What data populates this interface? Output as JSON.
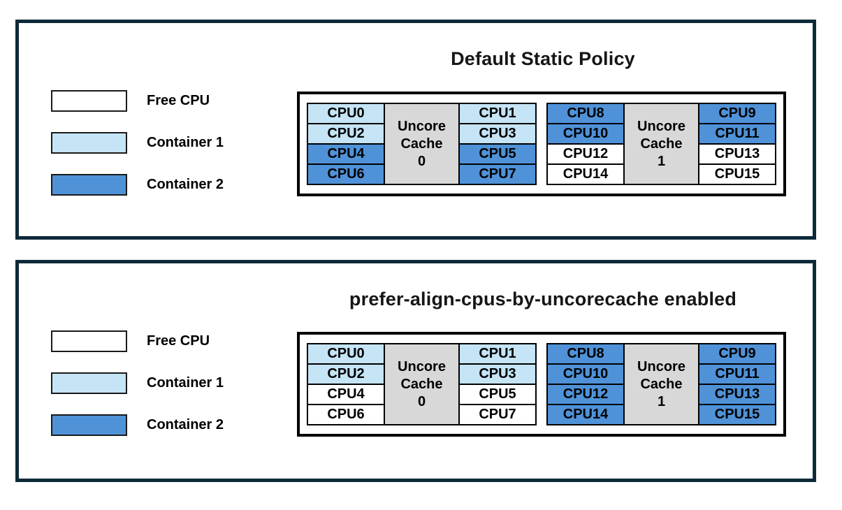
{
  "colors": {
    "free_cpu": "#FFFFFF",
    "container1": "#C5E4F5",
    "container2": "#4F92D8",
    "cache_fill": "#D8D8D8",
    "panel_border": "#0D2A38",
    "cell_border": "#000000"
  },
  "legend": {
    "items": [
      {
        "key": "free_cpu",
        "label": "Free CPU"
      },
      {
        "key": "container1",
        "label": "Container 1"
      },
      {
        "key": "container2",
        "label": "Container 2"
      }
    ]
  },
  "panels": [
    {
      "id": "default-static-policy",
      "title": "Default Static Policy",
      "groups": [
        {
          "cache_lines": [
            "Uncore",
            "Cache",
            "0"
          ],
          "left_cpus": [
            {
              "label": "CPU0",
              "state": "container1"
            },
            {
              "label": "CPU2",
              "state": "container1"
            },
            {
              "label": "CPU4",
              "state": "container2"
            },
            {
              "label": "CPU6",
              "state": "container2"
            }
          ],
          "right_cpus": [
            {
              "label": "CPU1",
              "state": "container1"
            },
            {
              "label": "CPU3",
              "state": "container1"
            },
            {
              "label": "CPU5",
              "state": "container2"
            },
            {
              "label": "CPU7",
              "state": "container2"
            }
          ]
        },
        {
          "cache_lines": [
            "Uncore",
            "Cache",
            "1"
          ],
          "left_cpus": [
            {
              "label": "CPU8",
              "state": "container2"
            },
            {
              "label": "CPU10",
              "state": "container2"
            },
            {
              "label": "CPU12",
              "state": "free_cpu"
            },
            {
              "label": "CPU14",
              "state": "free_cpu"
            }
          ],
          "right_cpus": [
            {
              "label": "CPU9",
              "state": "container2"
            },
            {
              "label": "CPU11",
              "state": "container2"
            },
            {
              "label": "CPU13",
              "state": "free_cpu"
            },
            {
              "label": "CPU15",
              "state": "free_cpu"
            }
          ]
        }
      ]
    },
    {
      "id": "prefer-align-cpus-by-uncorecache",
      "title": "prefer-align-cpus-by-uncorecache enabled",
      "groups": [
        {
          "cache_lines": [
            "Uncore",
            "Cache",
            "0"
          ],
          "left_cpus": [
            {
              "label": "CPU0",
              "state": "container1"
            },
            {
              "label": "CPU2",
              "state": "container1"
            },
            {
              "label": "CPU4",
              "state": "free_cpu"
            },
            {
              "label": "CPU6",
              "state": "free_cpu"
            }
          ],
          "right_cpus": [
            {
              "label": "CPU1",
              "state": "container1"
            },
            {
              "label": "CPU3",
              "state": "container1"
            },
            {
              "label": "CPU5",
              "state": "free_cpu"
            },
            {
              "label": "CPU7",
              "state": "free_cpu"
            }
          ]
        },
        {
          "cache_lines": [
            "Uncore",
            "Cache",
            "1"
          ],
          "left_cpus": [
            {
              "label": "CPU8",
              "state": "container2"
            },
            {
              "label": "CPU10",
              "state": "container2"
            },
            {
              "label": "CPU12",
              "state": "container2"
            },
            {
              "label": "CPU14",
              "state": "container2"
            }
          ],
          "right_cpus": [
            {
              "label": "CPU9",
              "state": "container2"
            },
            {
              "label": "CPU11",
              "state": "container2"
            },
            {
              "label": "CPU13",
              "state": "container2"
            },
            {
              "label": "CPU15",
              "state": "container2"
            }
          ]
        }
      ]
    }
  ]
}
